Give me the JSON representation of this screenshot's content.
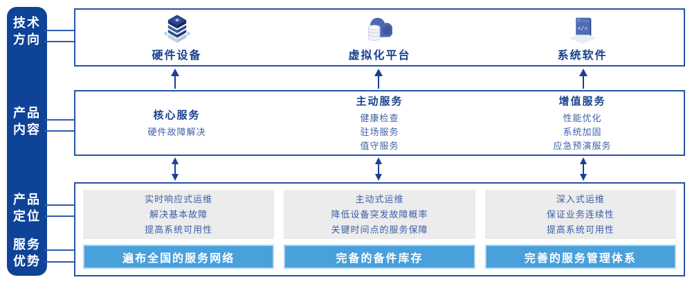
{
  "sidebar": {
    "items": [
      {
        "name": "tech-direction",
        "line1": "技术",
        "line2": "方向"
      },
      {
        "name": "product-content",
        "line1": "产品",
        "line2": "内容"
      },
      {
        "name": "product-positioning",
        "line1": "产品",
        "line2": "定位"
      },
      {
        "name": "service-advantage",
        "line1": "服务",
        "line2": "优势"
      }
    ]
  },
  "tech_row": {
    "items": [
      {
        "icon": "server-stack-icon",
        "label": "硬件设备"
      },
      {
        "icon": "cloud-database-icon",
        "label": "虚拟化平台"
      },
      {
        "icon": "code-window-icon",
        "label": "系统软件"
      }
    ]
  },
  "content_row": {
    "columns": [
      {
        "title": "核心服务",
        "items": [
          "硬件故障解决"
        ]
      },
      {
        "title": "主动服务",
        "items": [
          "健康检查",
          "驻场服务",
          "值守服务"
        ]
      },
      {
        "title": "增值服务",
        "items": [
          "性能优化",
          "系统加固",
          "应急预演服务"
        ]
      }
    ]
  },
  "bottom_row": {
    "columns": [
      {
        "positioning": [
          "实时响应式运维",
          "解决基本故障",
          "提高系统可用性"
        ],
        "advantage": "遍布全国的服务网络"
      },
      {
        "positioning": [
          "主动式运维",
          "降低设备突发故障概率",
          "关键时间点的服务保障"
        ],
        "advantage": "完备的备件库存"
      },
      {
        "positioning": [
          "深入式运维",
          "保证业务连续性",
          "提高系统可用性"
        ],
        "advantage": "完善的服务管理体系"
      }
    ]
  },
  "colors": {
    "sidebar_bg": "#0e4397",
    "box_border": "#2353a4",
    "title_text": "#17418f",
    "body_text": "#3f61a8",
    "panel_bg": "#ececec",
    "banner_bg": "#49a0da",
    "banner_text": "#ffffff",
    "arrow": "#1b3f94"
  }
}
